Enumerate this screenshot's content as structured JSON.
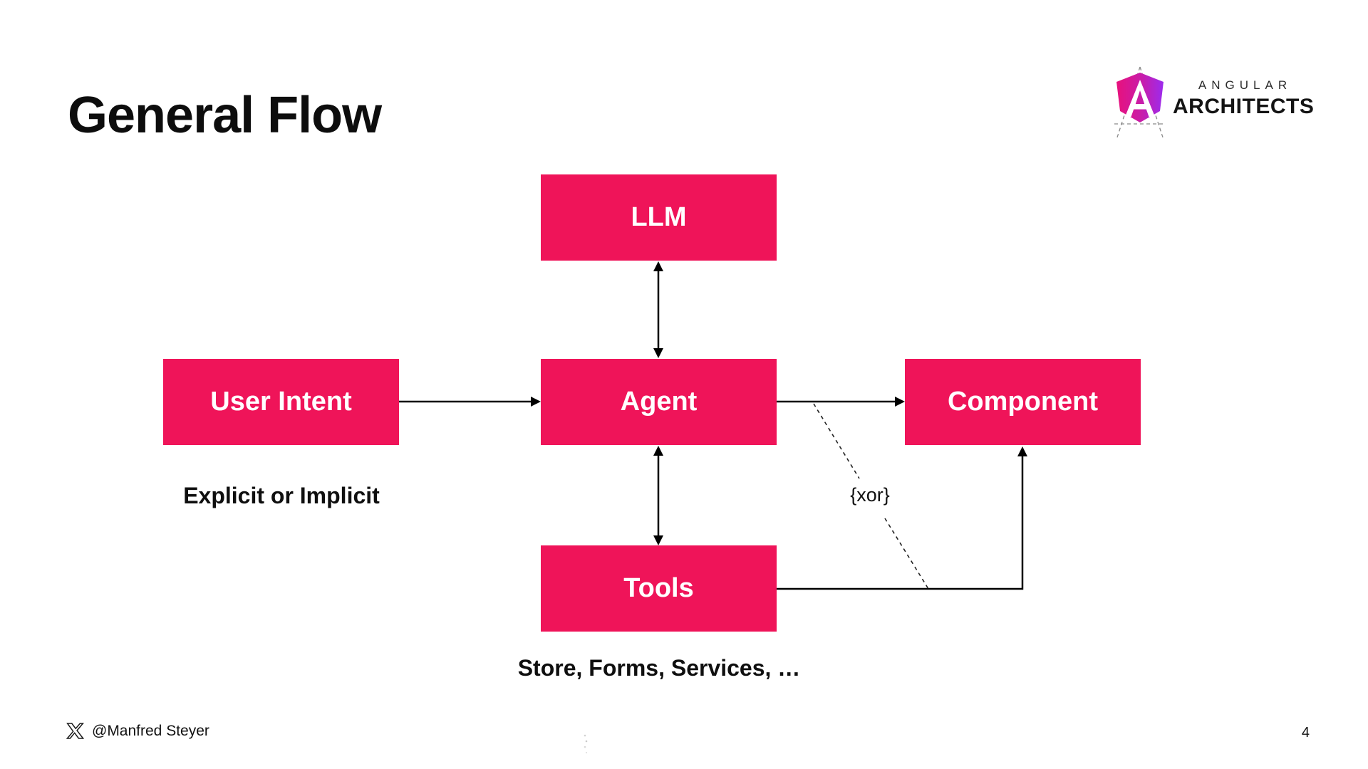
{
  "slide": {
    "title": "General Flow",
    "page_number": "4",
    "twitter_handle": "@Manfred Steyer"
  },
  "logo": {
    "line1": "ANGULAR",
    "line2": "ARCHITECTS"
  },
  "diagram": {
    "nodes": [
      {
        "id": "llm",
        "label": "LLM"
      },
      {
        "id": "user-intent",
        "label": "User Intent"
      },
      {
        "id": "agent",
        "label": "Agent"
      },
      {
        "id": "component",
        "label": "Component"
      },
      {
        "id": "tools",
        "label": "Tools"
      }
    ],
    "annotations": {
      "user_intent_note": "Explicit or Implicit",
      "tools_note": "Store, Forms, Services, …",
      "xor": "{xor}"
    },
    "edges": [
      {
        "from": "user-intent",
        "to": "agent",
        "style": "solid",
        "direction": "one-way"
      },
      {
        "from": "llm",
        "to": "agent",
        "style": "solid",
        "direction": "two-way"
      },
      {
        "from": "agent",
        "to": "tools",
        "style": "solid",
        "direction": "two-way"
      },
      {
        "from": "agent",
        "to": "component",
        "style": "solid",
        "direction": "one-way"
      },
      {
        "from": "tools",
        "to": "component",
        "style": "solid",
        "direction": "one-way"
      },
      {
        "from": "agent-component-arrow",
        "to": "tools-component-arrow",
        "style": "dashed",
        "label": "{xor}"
      }
    ],
    "colors": {
      "node_fill": "#EF1459",
      "node_text": "#FFFFFF",
      "arrow": "#000000"
    }
  }
}
